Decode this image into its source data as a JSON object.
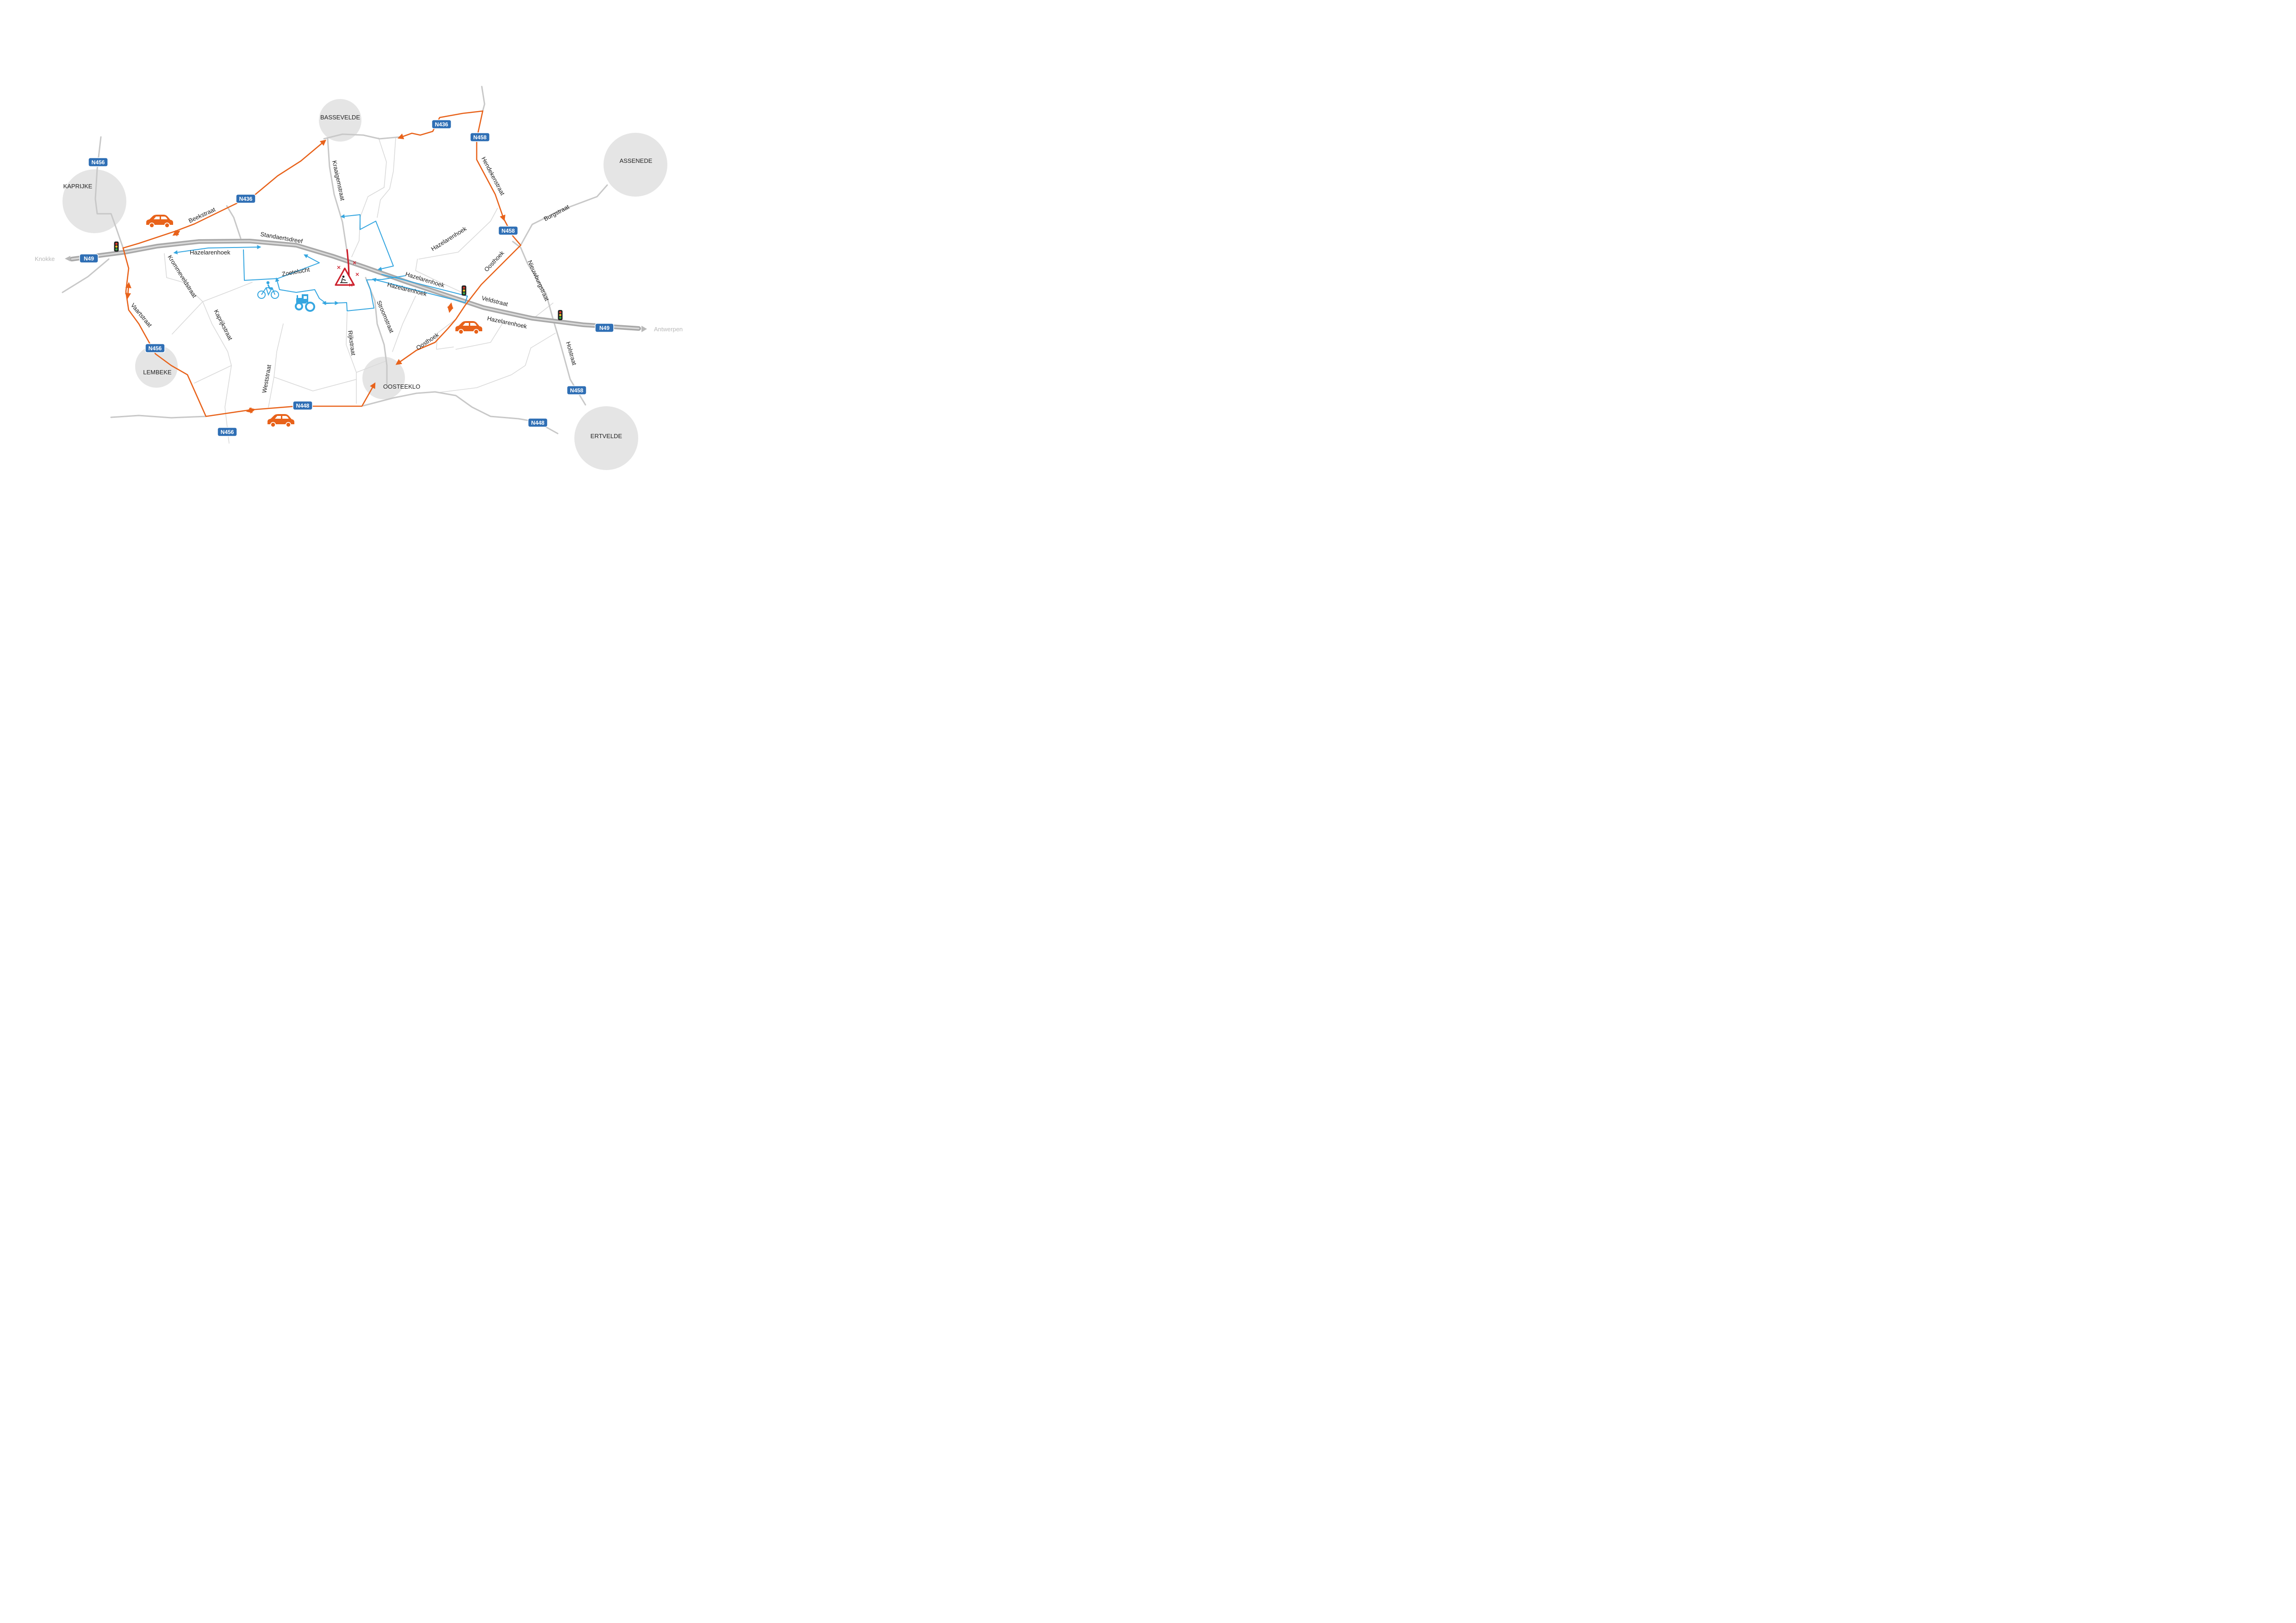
{
  "colors": {
    "detour_car": "#e8621a",
    "detour_local": "#35a6e0",
    "road": "#c8c8c8",
    "highway": "#a9a9a9",
    "shield": "#2f6fb5",
    "town_circle": "#e5e5e5",
    "closure": "#cc1f2b"
  },
  "towns": {
    "bassevelde": "BASSEVELDE",
    "kaprijke": "KAPRIJKE",
    "assenede": "ASSENEDE",
    "lembeke": "LEMBEKE",
    "oosteeklo": "OOSTEEKLO",
    "ertvelde": "ERTVELDE"
  },
  "destinations": {
    "west": "Knokke",
    "east": "Antwerpen"
  },
  "shields": {
    "n49_west": "N49",
    "n49_east": "N49",
    "n456_north": "N456",
    "n456_lembeke": "N456",
    "n456_south": "N456",
    "n436_beek": "N436",
    "n436_north": "N436",
    "n458_north": "N458",
    "n458_mid": "N458",
    "n458_south": "N458",
    "n448_center": "N448",
    "n448_east": "N448"
  },
  "streets": {
    "beekstraat": "Beekstraat",
    "standaertsdreef": "Standaertsdreef",
    "hazelarenhoek_west": "Hazelarenhoek",
    "krommeveldstraat": "Krommeveldstraat",
    "zoetelucht": "Zoetelucht",
    "kraaigemstraat": "Kraaigemstraat",
    "hazelarenhoek_ne": "Hazelarenhoek",
    "hazelarenhoek_center_n": "Hazelarenhoek",
    "hazelarenhoek_center_s": "Hazelarenhoek",
    "hazelarenhoek_east": "Hazelarenhoek",
    "stroomstraat": "Stroomstraat",
    "rijkstraat": "Rijkstraat",
    "kaprijkstraat": "Kaprijkstraat",
    "vaartstraat": "Vaartstraat",
    "weststraat": "Weststraat",
    "oosthoek_north": "Oosthoek",
    "oosthoek_south": "Oosthoek",
    "veldstraat": "Veldstraat",
    "hendekenstraat": "Hendekenstraat",
    "burgstraat": "Burgstraat",
    "nieuwburgstraat": "Nieuwburgstraat",
    "holstraat": "Holstraat"
  },
  "icons": {
    "car": "car-icon",
    "bicycle": "bicycle-icon",
    "tractor": "tractor-icon",
    "traffic_light": "traffic-light-icon",
    "roadworks": "roadworks-warning-icon"
  }
}
